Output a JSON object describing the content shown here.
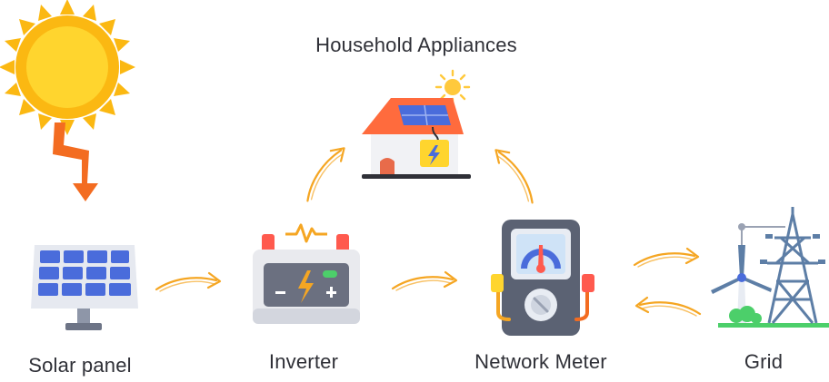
{
  "diagram": {
    "nodes": {
      "household": {
        "label": "Household Appliances",
        "icon": "house-solar-icon"
      },
      "solar_panel": {
        "label": "Solar panel",
        "icon": "solar-panel-icon"
      },
      "inverter": {
        "label": "Inverter",
        "icon": "battery-inverter-icon"
      },
      "network_meter": {
        "label": "Network Meter",
        "icon": "meter-icon"
      },
      "grid": {
        "label": "Grid",
        "icon": "power-grid-icon"
      }
    },
    "sun_icon": "sun-icon",
    "edges": [
      {
        "from": "Sun",
        "to": "Solar panel",
        "icon": "lightning-arrow-icon"
      },
      {
        "from": "Solar panel",
        "to": "Inverter",
        "icon": "curved-arrow-icon"
      },
      {
        "from": "Inverter",
        "to": "Network Meter",
        "icon": "curved-arrow-icon"
      },
      {
        "from": "Inverter",
        "to": "Household Appliances",
        "icon": "curved-arrow-icon"
      },
      {
        "from": "Network Meter",
        "to": "Household Appliances",
        "icon": "curved-arrow-icon"
      },
      {
        "from": "Network Meter",
        "to": "Grid",
        "icon": "curved-arrow-icon"
      },
      {
        "from": "Grid",
        "to": "Network Meter",
        "icon": "curved-arrow-icon"
      }
    ],
    "colors": {
      "arrow": "#f5a623",
      "sun_outer": "#fbb812",
      "sun_inner": "#ffd52e",
      "bolt": "#f36c21",
      "panel": "#4a6cdb",
      "roof": "#ff6b3d",
      "meter_body": "#5b6273",
      "tower": "#5d7ea6",
      "text": "#2f3037"
    }
  }
}
